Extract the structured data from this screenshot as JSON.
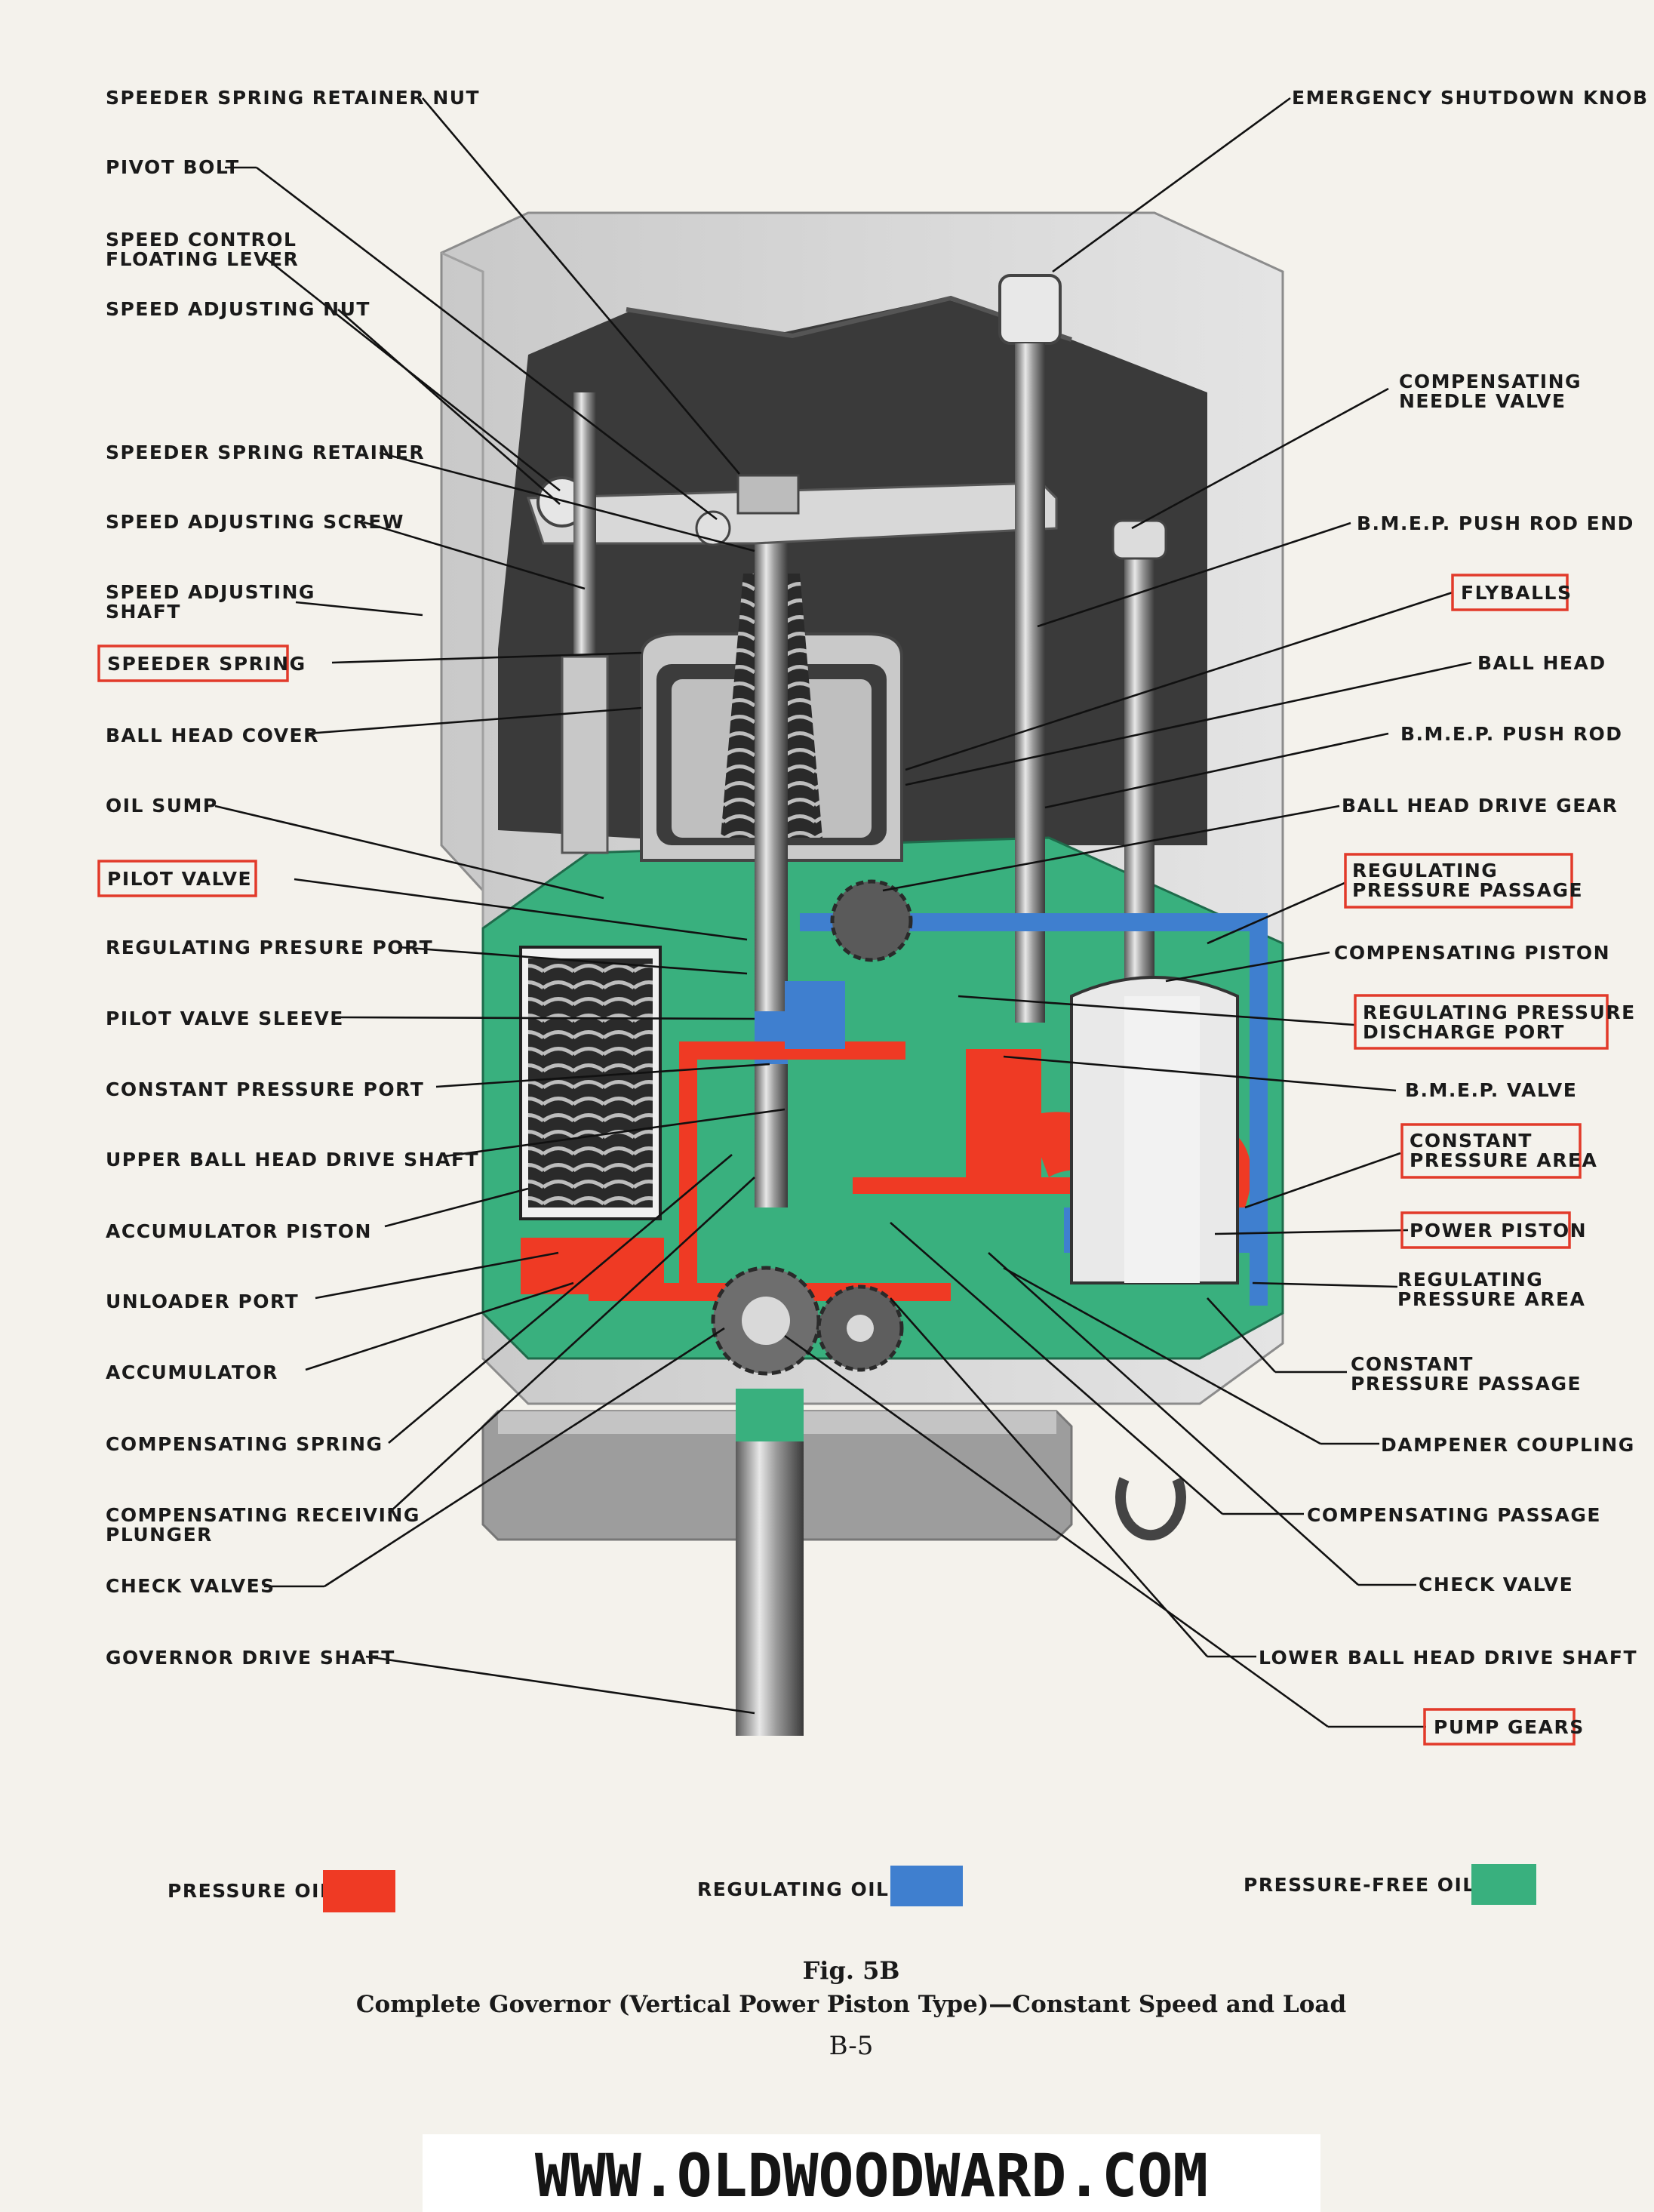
{
  "colors": {
    "pressure_oil": "#ef3a24",
    "regulating_oil": "#3f7fcf",
    "pressure_free_oil": "#39b07e",
    "housing": "#cfcfcf",
    "callout_box": "#e23a2a"
  },
  "labels_left": [
    {
      "id": "speeder-spring-retainer-nut",
      "lines": [
        "SPEEDER SPRING RETAINER NUT"
      ],
      "boxed": false
    },
    {
      "id": "pivot-bolt",
      "lines": [
        "PIVOT BOLT"
      ],
      "boxed": false
    },
    {
      "id": "speed-control-floating-lever",
      "lines": [
        "SPEED CONTROL",
        "FLOATING LEVER"
      ],
      "boxed": false
    },
    {
      "id": "speed-adjusting-nut",
      "lines": [
        "SPEED ADJUSTING NUT"
      ],
      "boxed": false
    },
    {
      "id": "speeder-spring-retainer",
      "lines": [
        "SPEEDER SPRING RETAINER"
      ],
      "boxed": false
    },
    {
      "id": "speed-adjusting-screw",
      "lines": [
        "SPEED ADJUSTING SCREW"
      ],
      "boxed": false
    },
    {
      "id": "speed-adjusting-shaft",
      "lines": [
        "SPEED ADJUSTING",
        "SHAFT"
      ],
      "boxed": false
    },
    {
      "id": "speeder-spring",
      "lines": [
        "SPEEDER SPRING"
      ],
      "boxed": true
    },
    {
      "id": "ball-head-cover",
      "lines": [
        "BALL HEAD COVER"
      ],
      "boxed": false
    },
    {
      "id": "oil-sump",
      "lines": [
        "OIL SUMP"
      ],
      "boxed": false
    },
    {
      "id": "pilot-valve",
      "lines": [
        "PILOT VALVE"
      ],
      "boxed": true
    },
    {
      "id": "regulating-presure-port",
      "lines": [
        "REGULATING PRESURE PORT"
      ],
      "boxed": false
    },
    {
      "id": "pilot-valve-sleeve",
      "lines": [
        "PILOT VALVE SLEEVE"
      ],
      "boxed": false
    },
    {
      "id": "constant-pressure-port",
      "lines": [
        "CONSTANT PRESSURE PORT"
      ],
      "boxed": false
    },
    {
      "id": "upper-ball-head-drive-shaft",
      "lines": [
        "UPPER BALL HEAD DRIVE SHAFT"
      ],
      "boxed": false
    },
    {
      "id": "accumulator-piston",
      "lines": [
        "ACCUMULATOR PISTON"
      ],
      "boxed": false
    },
    {
      "id": "unloader-port",
      "lines": [
        "UNLOADER PORT"
      ],
      "boxed": false
    },
    {
      "id": "accumulator",
      "lines": [
        "ACCUMULATOR"
      ],
      "boxed": false
    },
    {
      "id": "compensating-spring",
      "lines": [
        "COMPENSATING SPRING"
      ],
      "boxed": false
    },
    {
      "id": "compensating-receiving-plunger",
      "lines": [
        "COMPENSATING RECEIVING",
        "PLUNGER"
      ],
      "boxed": false
    },
    {
      "id": "check-valves",
      "lines": [
        "CHECK VALVES"
      ],
      "boxed": false
    },
    {
      "id": "governor-drive-shaft",
      "lines": [
        "GOVERNOR DRIVE SHAFT"
      ],
      "boxed": false
    }
  ],
  "labels_right": [
    {
      "id": "emergency-shutdown-knob",
      "lines": [
        "EMERGENCY SHUTDOWN KNOB"
      ],
      "boxed": false
    },
    {
      "id": "compensating-needle-valve",
      "lines": [
        "COMPENSATING",
        "NEEDLE VALVE"
      ],
      "boxed": false
    },
    {
      "id": "bmep-push-rod-end",
      "lines": [
        "B.M.E.P. PUSH ROD END"
      ],
      "boxed": false
    },
    {
      "id": "flyballs",
      "lines": [
        "FLYBALLS"
      ],
      "boxed": true
    },
    {
      "id": "ball-head",
      "lines": [
        "BALL HEAD"
      ],
      "boxed": false
    },
    {
      "id": "bmep-push-rod",
      "lines": [
        "B.M.E.P.  PUSH ROD"
      ],
      "boxed": false
    },
    {
      "id": "ball-head-drive-gear",
      "lines": [
        "BALL HEAD DRIVE GEAR"
      ],
      "boxed": false
    },
    {
      "id": "regulating-pressure-passage",
      "lines": [
        "REGULATING",
        "PRESSURE PASSAGE"
      ],
      "boxed": true
    },
    {
      "id": "compensating-piston",
      "lines": [
        "COMPENSATING PISTON"
      ],
      "boxed": false
    },
    {
      "id": "regulating-pressure-discharge-port",
      "lines": [
        "REGULATING PRESSURE",
        "DISCHARGE PORT"
      ],
      "boxed": true
    },
    {
      "id": "bmep-valve",
      "lines": [
        "B.M.E.P. VALVE"
      ],
      "boxed": false
    },
    {
      "id": "constant-pressure-area",
      "lines": [
        "CONSTANT",
        "PRESSURE AREA"
      ],
      "boxed": true
    },
    {
      "id": "power-piston",
      "lines": [
        "POWER PISTON"
      ],
      "boxed": true
    },
    {
      "id": "regulating-pressure-area",
      "lines": [
        "REGULATING",
        "PRESSURE AREA"
      ],
      "boxed": false
    },
    {
      "id": "constant-pressure-passage",
      "lines": [
        "CONSTANT",
        "PRESSURE PASSAGE"
      ],
      "boxed": false
    },
    {
      "id": "dampener-coupling",
      "lines": [
        "DAMPENER COUPLING"
      ],
      "boxed": false
    },
    {
      "id": "compensating-passage",
      "lines": [
        "COMPENSATING PASSAGE"
      ],
      "boxed": false
    },
    {
      "id": "check-valve",
      "lines": [
        "CHECK VALVE"
      ],
      "boxed": false
    },
    {
      "id": "lower-ball-head-drive-shaft",
      "lines": [
        "LOWER BALL HEAD DRIVE SHAFT"
      ],
      "boxed": false
    },
    {
      "id": "pump-gears",
      "lines": [
        "PUMP GEARS"
      ],
      "boxed": true
    }
  ],
  "legend": [
    {
      "label": "PRESSURE OIL",
      "color": "#ef3a24"
    },
    {
      "label": "REGULATING OIL",
      "color": "#3f7fcf"
    },
    {
      "label": "PRESSURE-FREE OIL",
      "color": "#39b07e"
    }
  ],
  "caption": {
    "fig": "Fig. 5B",
    "title": "Complete Governor (Vertical Power Piston Type)—Constant Speed and Load",
    "page": "B-5"
  },
  "website": "WWW.OLDWOODWARD.COM"
}
